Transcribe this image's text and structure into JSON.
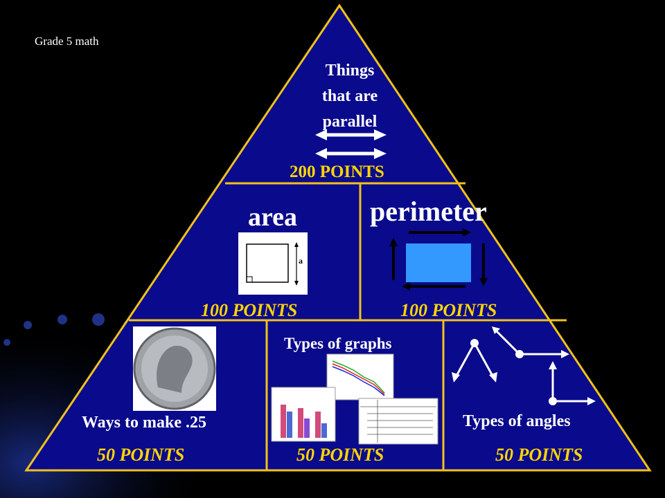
{
  "corner_label": "Grade 5 math",
  "tiers": {
    "top": {
      "category_lines": [
        "Things",
        "that are",
        "parallel"
      ],
      "points": "200 POINTS"
    },
    "middle_left": {
      "category": "area",
      "points": "100 POINTS",
      "side_label": "a"
    },
    "middle_right": {
      "category": "perimeter",
      "points": "100 POINTS"
    },
    "bottom_left": {
      "category": "Ways to make .25",
      "points": "50 POINTS"
    },
    "bottom_middle": {
      "category": "Types of graphs",
      "points": "50 POINTS"
    },
    "bottom_right": {
      "category": "Types of angles",
      "points": "50 POINTS"
    }
  },
  "colors": {
    "background": "#000000",
    "pyramid_fill": "#0a0a8c",
    "pyramid_border": "#f2c21a",
    "points_text": "#ffd500",
    "perimeter_rect": "#3399ff"
  },
  "icons": [
    "parallel-arrows-icon",
    "square-area-icon",
    "perimeter-rectangle-icon",
    "quarter-coin-icon",
    "graphs-icon",
    "angles-icon"
  ]
}
